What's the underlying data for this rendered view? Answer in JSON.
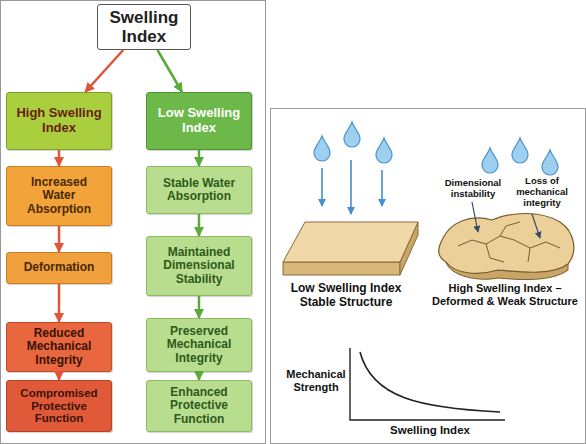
{
  "diagram": {
    "nodes": [
      {
        "text": [
          "Swelling Index"
        ]
      },
      {
        "text": [
          "High Swelling Index"
        ]
      },
      {
        "text": [
          "Low Swelling Index"
        ]
      },
      {
        "text": [
          "Increased Water Absorption"
        ]
      },
      {
        "text": [
          "Deformation"
        ]
      },
      {
        "text": [
          "Reduced Mechanical Integrity"
        ]
      },
      {
        "text": [
          "Compromised Protective Function"
        ]
      },
      {
        "text": [
          "Stable Water Absorption"
        ]
      },
      {
        "text": [
          "Maintained Dimensional Stability"
        ]
      },
      {
        "text": [
          "Preserved Mechanical Integrity"
        ]
      },
      {
        "text": [
          "Enhanced Protective Function"
        ]
      }
    ],
    "edges": [
      {
        "from": 0,
        "to": 1,
        "arrow": "to"
      },
      {
        "from": 0,
        "to": 2,
        "arrow": "to"
      },
      {
        "from": 1,
        "to": 3,
        "arrow": "to"
      },
      {
        "from": 3,
        "to": 4,
        "arrow": "to"
      },
      {
        "from": 4,
        "to": 5,
        "arrow": "to"
      },
      {
        "from": 5,
        "to": 6,
        "arrow": "to"
      },
      {
        "from": 2,
        "to": 7,
        "arrow": "to"
      },
      {
        "from": 7,
        "to": 8,
        "arrow": "to"
      },
      {
        "from": 8,
        "to": 9,
        "arrow": "to"
      },
      {
        "from": 9,
        "to": 10,
        "arrow": "to"
      }
    ],
    "labels": [
      "Low Swelling Index Stable Structure",
      "High Swelling Index – Deformed & Weak Structure",
      "Dimensional instability",
      "Loss of mechanical integrity",
      "Mechanical Strength",
      "Swelling Index"
    ]
  }
}
